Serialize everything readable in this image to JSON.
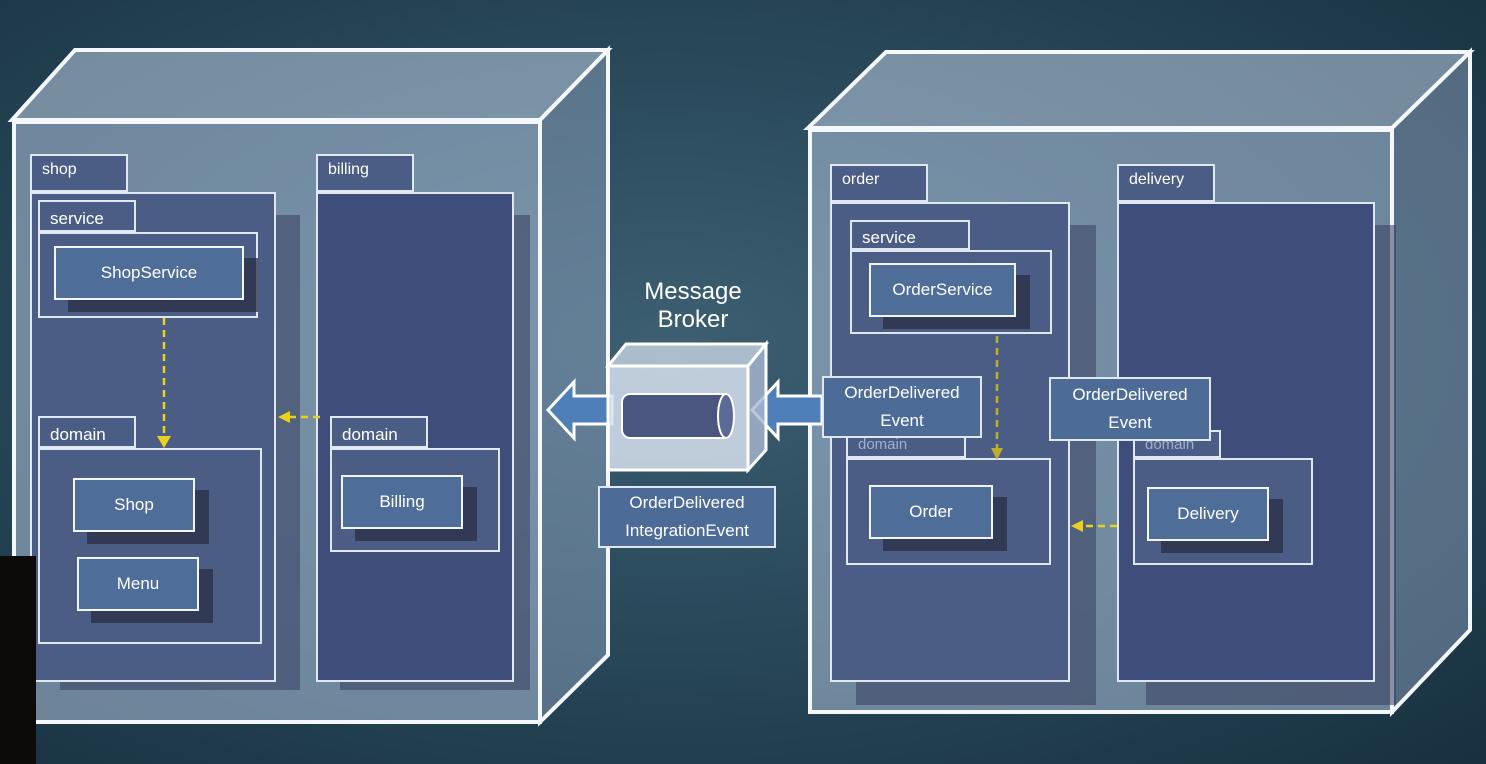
{
  "left_module": {
    "shop": {
      "label": "shop",
      "service": {
        "label": "service",
        "component": "ShopService"
      },
      "domain": {
        "label": "domain",
        "components": [
          "Shop",
          "Menu"
        ]
      }
    },
    "billing": {
      "label": "billing",
      "domain": {
        "label": "domain",
        "component": "Billing"
      }
    }
  },
  "right_module": {
    "order": {
      "label": "order",
      "service": {
        "label": "service",
        "component": "OrderService"
      },
      "domain": {
        "label": "domain",
        "component": "Order"
      }
    },
    "delivery": {
      "label": "delivery",
      "domain": {
        "label": "domain",
        "component": "Delivery"
      }
    }
  },
  "broker": {
    "title_line1": "Message",
    "title_line2": "Broker",
    "integration_event": {
      "line1": "OrderDelivered",
      "line2": "IntegrationEvent"
    }
  },
  "events": {
    "order_event": {
      "line1": "OrderDelivered",
      "line2": "Event"
    },
    "delivery_event": {
      "line1": "OrderDelivered",
      "line2": "Event"
    }
  },
  "colors": {
    "dependency_arrow": "#e8d21f",
    "flow_arrow": "#4f7fb8"
  }
}
